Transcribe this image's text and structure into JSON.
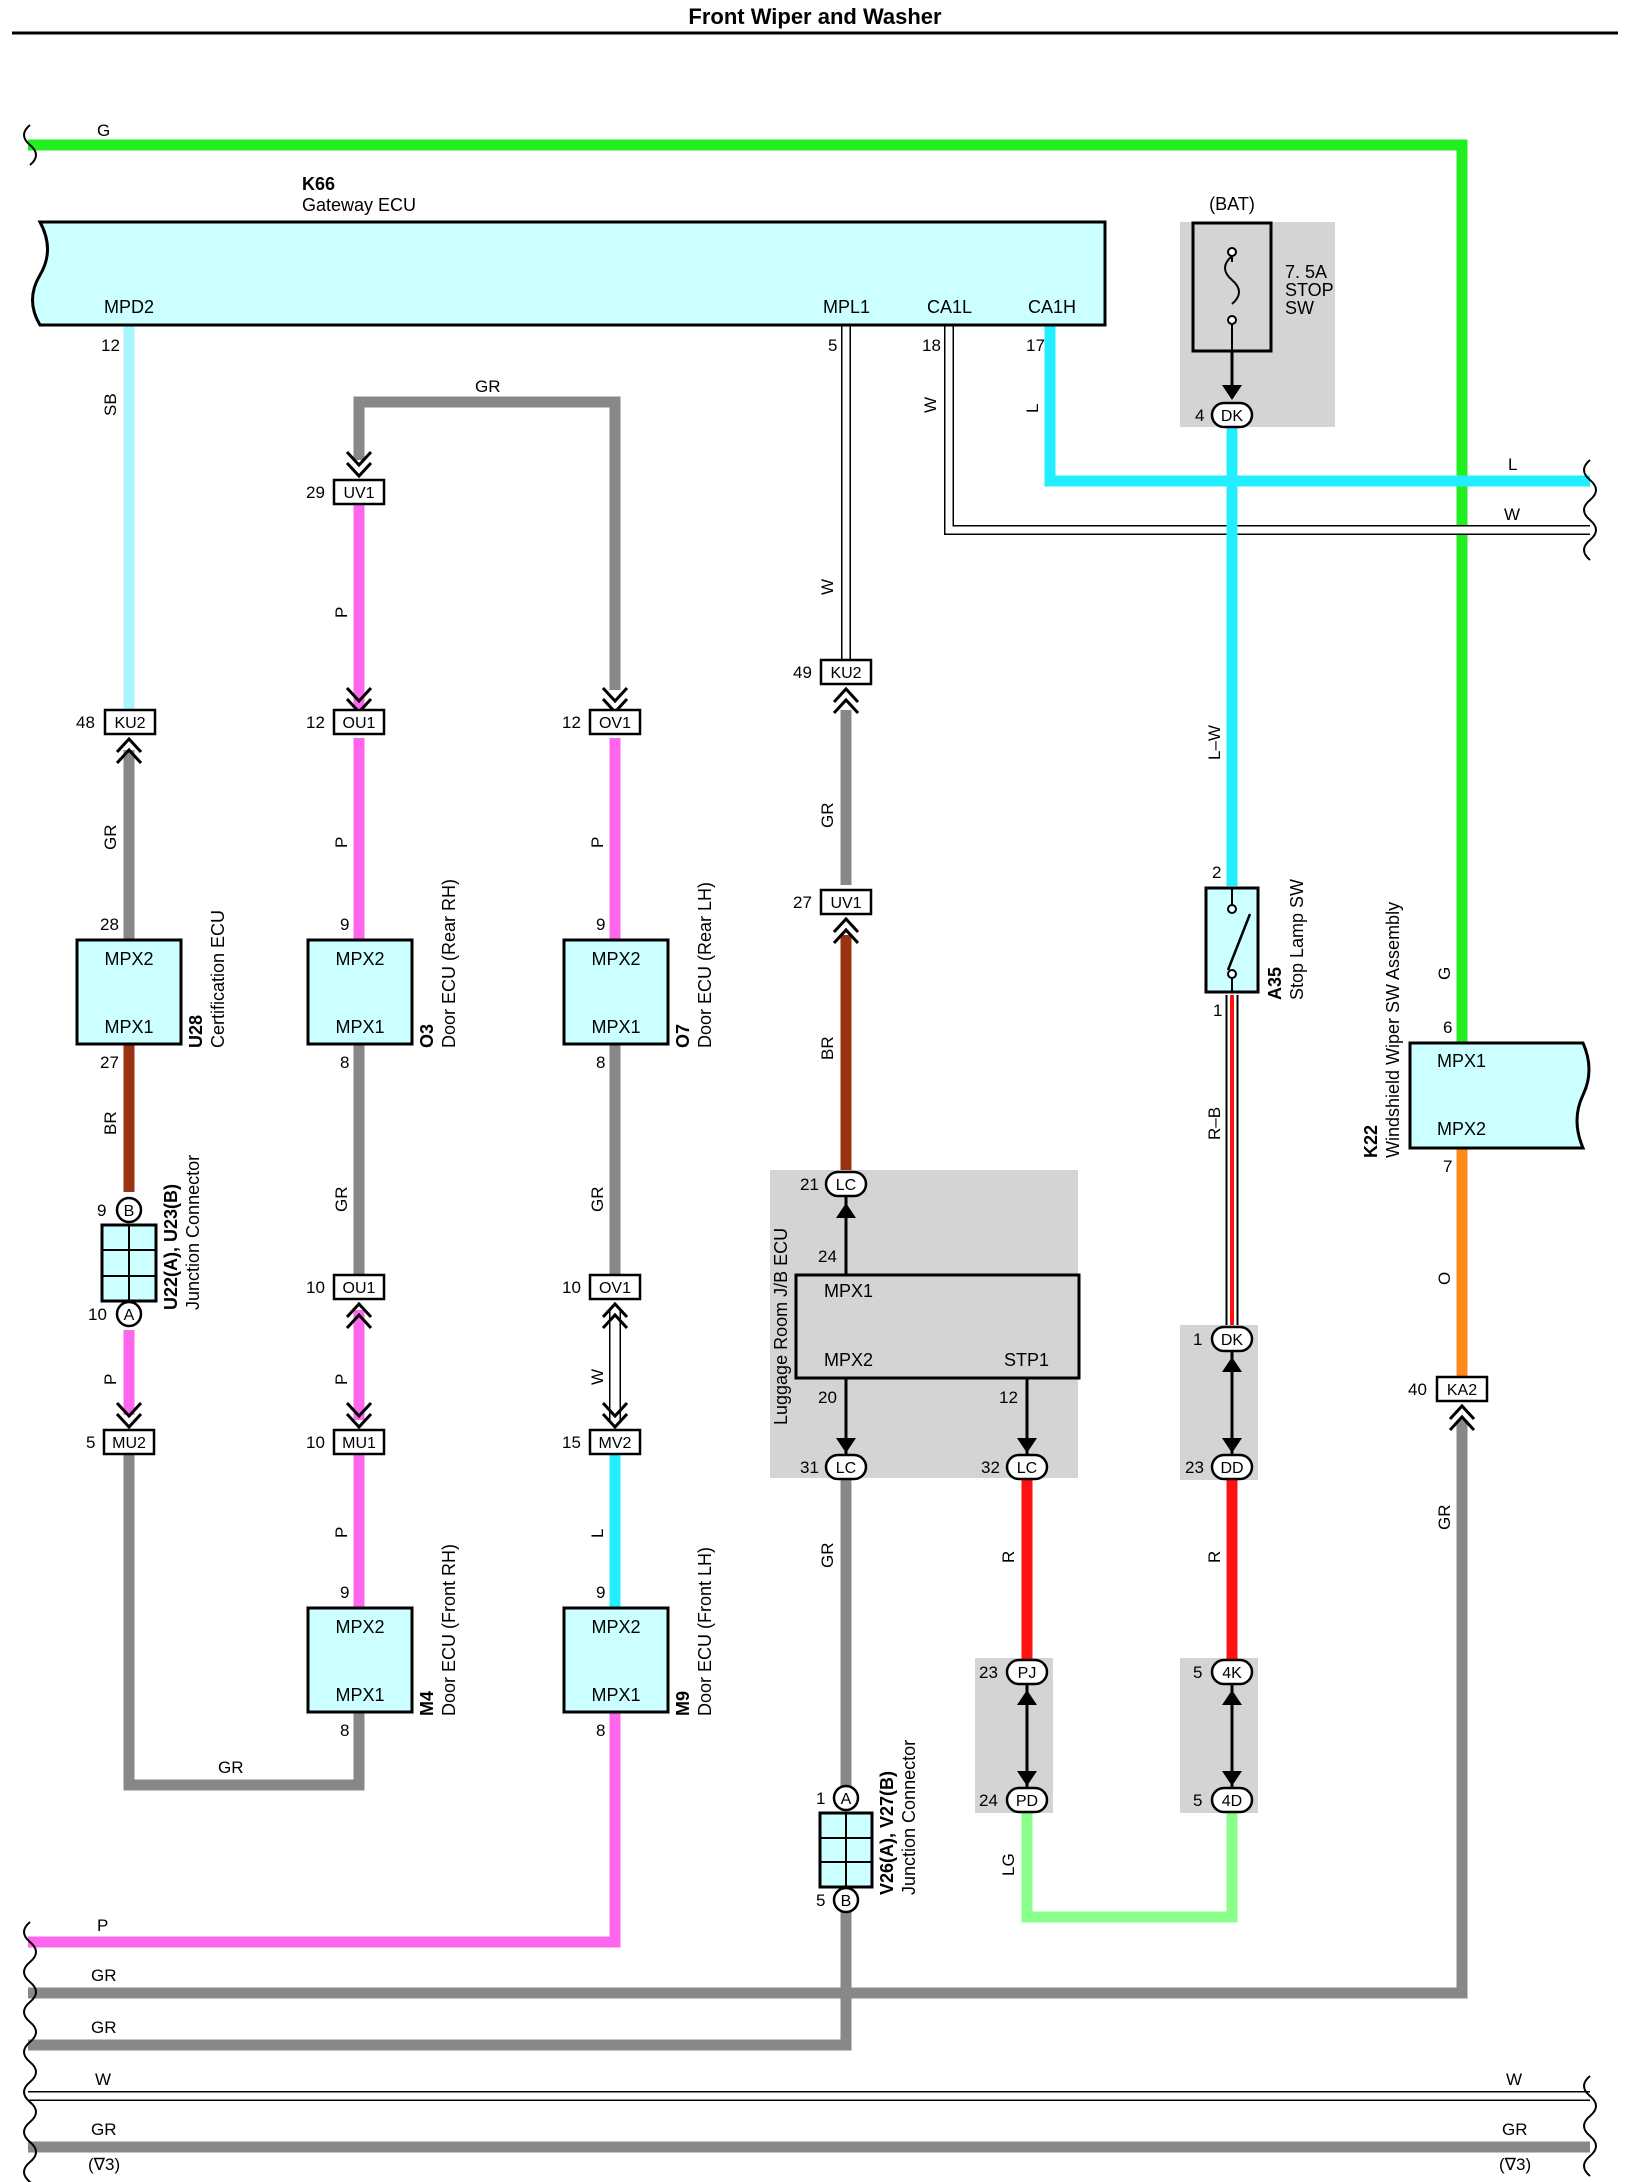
{
  "title": "Front Wiper and Washer",
  "colors": {
    "G": "#22ee22",
    "SB": "#aaf6ff",
    "GR": "#888888",
    "P": "#ff66ee",
    "BR": "#993311",
    "L": "#22eeff",
    "W": "#ffffff",
    "R": "#ff1111",
    "O": "#ff8a1c",
    "LG": "#88ff88",
    "ecu_fill": "#ccffff",
    "shade": "#d4d4d4"
  },
  "components": {
    "k66": {
      "code": "K66",
      "name": "Gateway ECU",
      "mpd2": "MPD2",
      "mpl1": "MPL1",
      "ca1l": "CA1L",
      "ca1h": "CA1H",
      "pin_mpd2": "12",
      "pin_mpl1": "5",
      "pin_ca1l": "18",
      "pin_ca1h": "17"
    },
    "bat": {
      "label": "(BAT)",
      "fuse1": "7. 5A",
      "fuse2": "STOP",
      "fuse3": "SW",
      "pin": "4",
      "conn": "DK"
    },
    "u28": {
      "code": "U28",
      "name": "Certification ECU",
      "top": "MPX2",
      "bottom": "MPX1",
      "pin_top": "28",
      "pin_bottom": "27"
    },
    "o3": {
      "code": "O3",
      "name": "Door ECU (Rear RH)",
      "top": "MPX2",
      "bottom": "MPX1",
      "pin_top": "9",
      "pin_bottom": "8"
    },
    "o7": {
      "code": "O7",
      "name": "Door ECU (Rear LH)",
      "top": "MPX2",
      "bottom": "MPX1",
      "pin_top": "9",
      "pin_bottom": "8"
    },
    "m4": {
      "code": "M4",
      "name": "Door ECU (Front RH)",
      "top": "MPX2",
      "bottom": "MPX1",
      "pin_top": "9",
      "pin_bottom": "8"
    },
    "m9": {
      "code": "M9",
      "name": "Door ECU (Front LH)",
      "top": "MPX2",
      "bottom": "MPX1",
      "pin_top": "9",
      "pin_bottom": "8"
    },
    "u22": {
      "code": "U22(A), U23(B)",
      "name": "Junction Connector",
      "pin_b": "9",
      "pin_a": "10",
      "b": "B",
      "a": "A"
    },
    "v26": {
      "code": "V26(A), V27(B)",
      "name": "Junction Connector",
      "pin_a": "1",
      "pin_b": "5",
      "a": "A",
      "b": "B"
    },
    "a35": {
      "code": "A35",
      "name": "Stop Lamp SW",
      "pin_top": "2",
      "pin_bottom": "1"
    },
    "k22": {
      "code": "K22",
      "name": "Windshield Wiper SW Assembly",
      "top": "MPX1",
      "bottom": "MPX2",
      "pin_top": "6",
      "pin_bottom": "7"
    },
    "jb": {
      "name": "Luggage Room J/B ECU",
      "mpx1": "MPX1",
      "mpx2": "MPX2",
      "stp1": "STP1",
      "pin_mpx2": "20",
      "pin_stp1": "12"
    }
  },
  "connectors": {
    "uv1_top": {
      "pin": "29",
      "label": "UV1"
    },
    "ku2_left": {
      "pin": "48",
      "label": "KU2"
    },
    "ou1_top": {
      "pin": "12",
      "label": "OU1"
    },
    "ov1_top": {
      "pin": "12",
      "label": "OV1"
    },
    "ku2_mid": {
      "pin": "49",
      "label": "KU2"
    },
    "uv1_mid": {
      "pin": "27",
      "label": "UV1"
    },
    "lc_21": {
      "pin": "21",
      "label": "LC"
    },
    "lc_24": {
      "pin": "24"
    },
    "lc_31": {
      "pin": "31",
      "label": "LC"
    },
    "lc_32": {
      "pin": "32",
      "label": "LC"
    },
    "ou1_bot": {
      "pin": "10",
      "label": "OU1"
    },
    "ov1_bot": {
      "pin": "10",
      "label": "OV1"
    },
    "mu2": {
      "pin": "5",
      "label": "MU2"
    },
    "mu1": {
      "pin": "10",
      "label": "MU1"
    },
    "mv2": {
      "pin": "15",
      "label": "MV2"
    },
    "dk_1": {
      "pin": "1",
      "label": "DK"
    },
    "dd_23": {
      "pin": "23",
      "label": "DD"
    },
    "ka2": {
      "pin": "40",
      "label": "KA2"
    },
    "pj": {
      "pin": "23",
      "label": "PJ"
    },
    "pd": {
      "pin": "24",
      "label": "PD"
    },
    "k4k": {
      "pin": "5",
      "label": "4K"
    },
    "k4d": {
      "pin": "5",
      "label": "4D"
    }
  },
  "wire_labels": {
    "g_top": "G",
    "sb": "SB",
    "gr_top": "GR",
    "p_uv1": "P",
    "w_mpl1": "W",
    "l_ca1h": "L",
    "l_right": "L",
    "w_right": "W",
    "w_ku2": "W",
    "lw": "L–W",
    "gr_ku2": "GR",
    "p_ou1": "P",
    "p_ov1": "P",
    "gr_u28": "GR",
    "br_uv1": "BR",
    "g_k22": "G",
    "br_u28": "BR",
    "rb": "R–B",
    "gr_o3": "GR",
    "gr_o7": "GR",
    "o_k22": "O",
    "p_u22": "P",
    "p_mu1_top": "P",
    "w_ov1": "W",
    "p_mu1": "P",
    "l_mv2": "L",
    "gr_lc": "GR",
    "r_lc": "R",
    "r_dd": "R",
    "gr_ka2": "GR",
    "gr_bottom": "GR",
    "lg": "LG",
    "p_bottom": "P",
    "gr_b1": "GR",
    "gr_b2": "GR",
    "w_b_left": "W",
    "w_b_right": "W",
    "gr_b3_left": "GR",
    "gr_b3_right": "GR",
    "note_left": "(∇3)",
    "note_right": "(∇3)"
  }
}
